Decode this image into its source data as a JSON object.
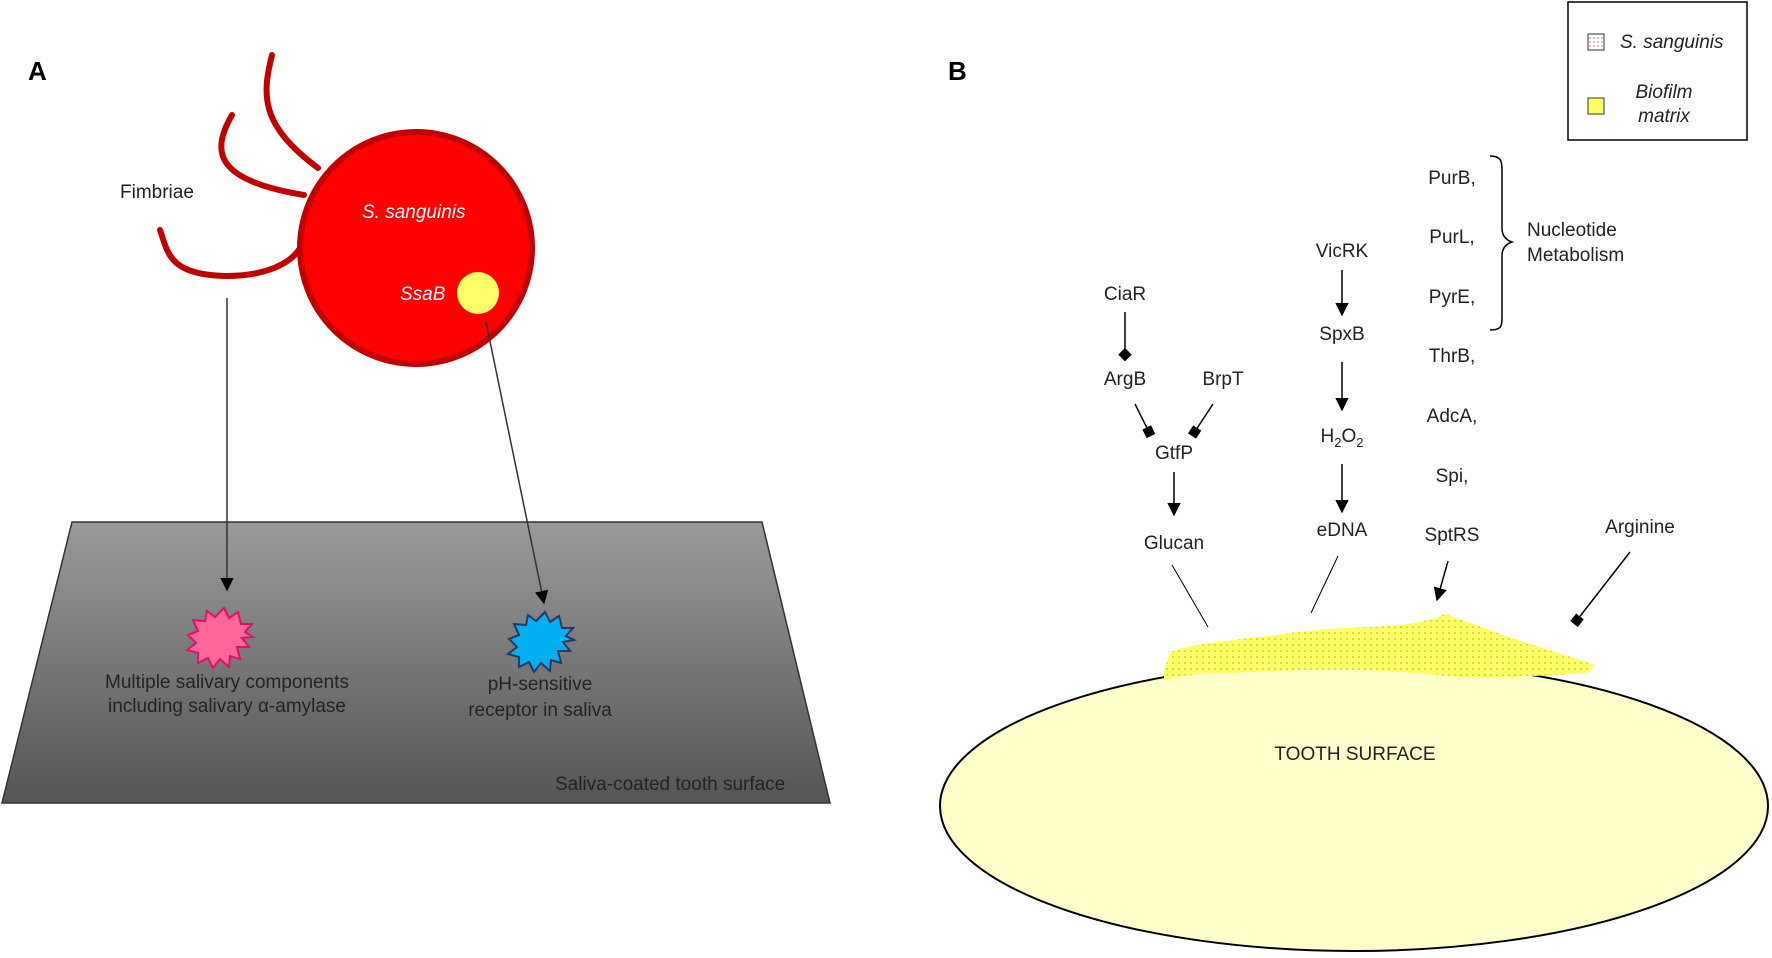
{
  "panel_a": {
    "letter": "A",
    "fimbriae_label": "Fimbriae",
    "cell_label": "S. sanguinis",
    "adhesin_label": "SsaB",
    "receptor1_line1": "Multiple salivary components",
    "receptor1_line2": "including salivary α-amylase",
    "receptor2_line1": "pH-sensitive",
    "receptor2_line2": "receptor in saliva",
    "surface_label": "Saliva-coated tooth surface",
    "colors": {
      "cell": "#ff0000",
      "fimbriae": "#c00000",
      "adhesin": "#ffff66",
      "receptor1": "#ff6699",
      "receptor2": "#00b0f0",
      "surface_top": "#9a9a9a",
      "surface_bottom": "#555555"
    }
  },
  "panel_b": {
    "letter": "B",
    "legend": {
      "item1": "S. sanguinis",
      "item2_line1": "Biofilm",
      "item2_line2": "matrix"
    },
    "pathway1": {
      "ciar": "CiaR",
      "argb": "ArgB",
      "brpt": "BrpT",
      "gtfp": "GtfP",
      "glucan": "Glucan"
    },
    "pathway2": {
      "vicrk": "VicRK",
      "spxb": "SpxB",
      "h2o2_h": "H",
      "h2o2_2a": "2",
      "h2o2_o": "O",
      "h2o2_2b": "2",
      "edna": "eDNA"
    },
    "gene_list": [
      "PurB,",
      "PurL,",
      "PyrE,",
      "ThrB,",
      "AdcA,",
      "Spi,",
      "SptRS"
    ],
    "bracket_line1": "Nucleotide",
    "bracket_line2": "Metabolism",
    "arginine": "Arginine",
    "tooth_label": "TOOTH SURFACE",
    "colors": {
      "tooth": "#ffffcc",
      "biofilm": "#ffff66"
    }
  }
}
